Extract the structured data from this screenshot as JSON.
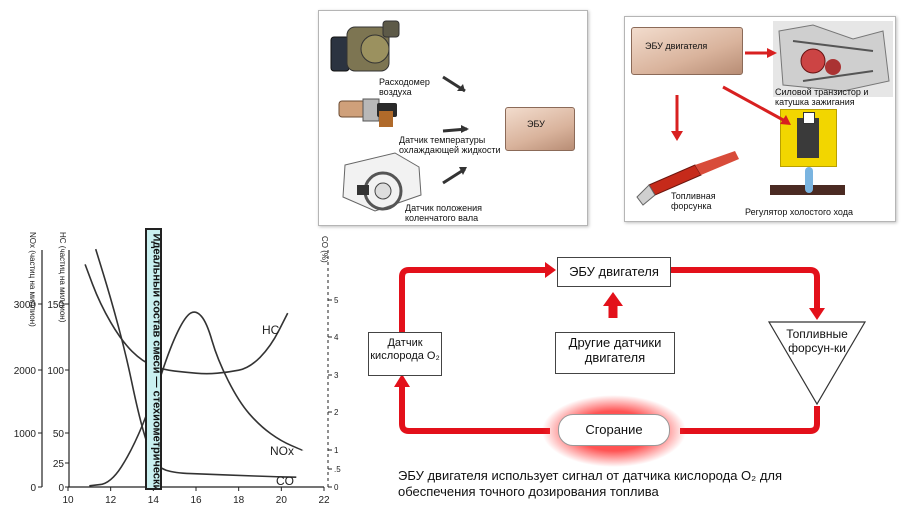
{
  "sensors_panel": {
    "airflow_label": "Расходомер воздуха",
    "coolant_label": "Датчик температуры охлаждающей жидкости",
    "crank_label": "Датчик положения коленчатого вала",
    "ecu_label": "ЭБУ"
  },
  "actuators_panel": {
    "ecu_label": "ЭБУ двигателя",
    "ignition_label": "Силовой транзистор и катушка зажигания",
    "injector_label": "Топливная форсунка",
    "idle_label": "Регулятор холостого хода"
  },
  "loop": {
    "ecu": "ЭБУ двигателя",
    "other_sensors": "Другие датчики двигателя",
    "oxygen_sensor": "Датчик кислорода O₂",
    "injectors": "Топливные форсун-ки",
    "combustion": "Сгорание",
    "caption": "ЭБУ двигателя использует сигнал от датчика кислорода O₂ для обеспечения точного дозирования топлива"
  },
  "colors": {
    "loop_red": "#e3101a",
    "combustion_glow": "#ff5a5a",
    "yellow": "#f2d600"
  },
  "chart_data": {
    "type": "line",
    "stoich_label": "Идеальный состав смеси — стехиометрический",
    "nox_axis_label": "NOx (частиц на миллион)",
    "hc_axis_label": "HC (частиц на миллион)",
    "co_axis_label": "CO (%)",
    "x_ticks": [
      "10",
      "12",
      "14",
      "16",
      "18",
      "20",
      "22"
    ],
    "nox_ticks": [
      "0",
      "1000",
      "2000",
      "3000"
    ],
    "hc_ticks": [
      "0",
      "25",
      "50",
      "100",
      "150"
    ],
    "co_ticks": [
      "0",
      "1",
      ".5",
      "2",
      "3",
      "4",
      "5"
    ],
    "xlim": [
      10,
      22
    ],
    "nox_ylim": [
      0,
      3600
    ],
    "series": [
      {
        "name": "HC",
        "x": [
          10.8,
          11.5,
          12.5,
          13.5,
          14.5,
          15.5,
          16.5,
          17.5,
          18.5,
          19.5,
          20.3
        ],
        "y": [
          3650,
          3000,
          2400,
          2050,
          1920,
          1880,
          1850,
          1880,
          1950,
          2300,
          2850
        ]
      },
      {
        "name": "NOx",
        "x": [
          11,
          12,
          13,
          14,
          14.8,
          15.5,
          16,
          16.5,
          17,
          18,
          19,
          20,
          21
        ],
        "y": [
          20,
          60,
          600,
          1450,
          2300,
          2800,
          2900,
          2700,
          2100,
          1400,
          1000,
          750,
          600
        ]
      },
      {
        "name": "CO",
        "x": [
          11.3,
          12,
          12.7,
          13.3,
          13.8,
          14.2,
          15,
          16.5,
          18,
          19.5,
          20.7
        ],
        "y": [
          3900,
          3100,
          2200,
          1200,
          600,
          320,
          230,
          210,
          190,
          170,
          160
        ]
      }
    ]
  }
}
